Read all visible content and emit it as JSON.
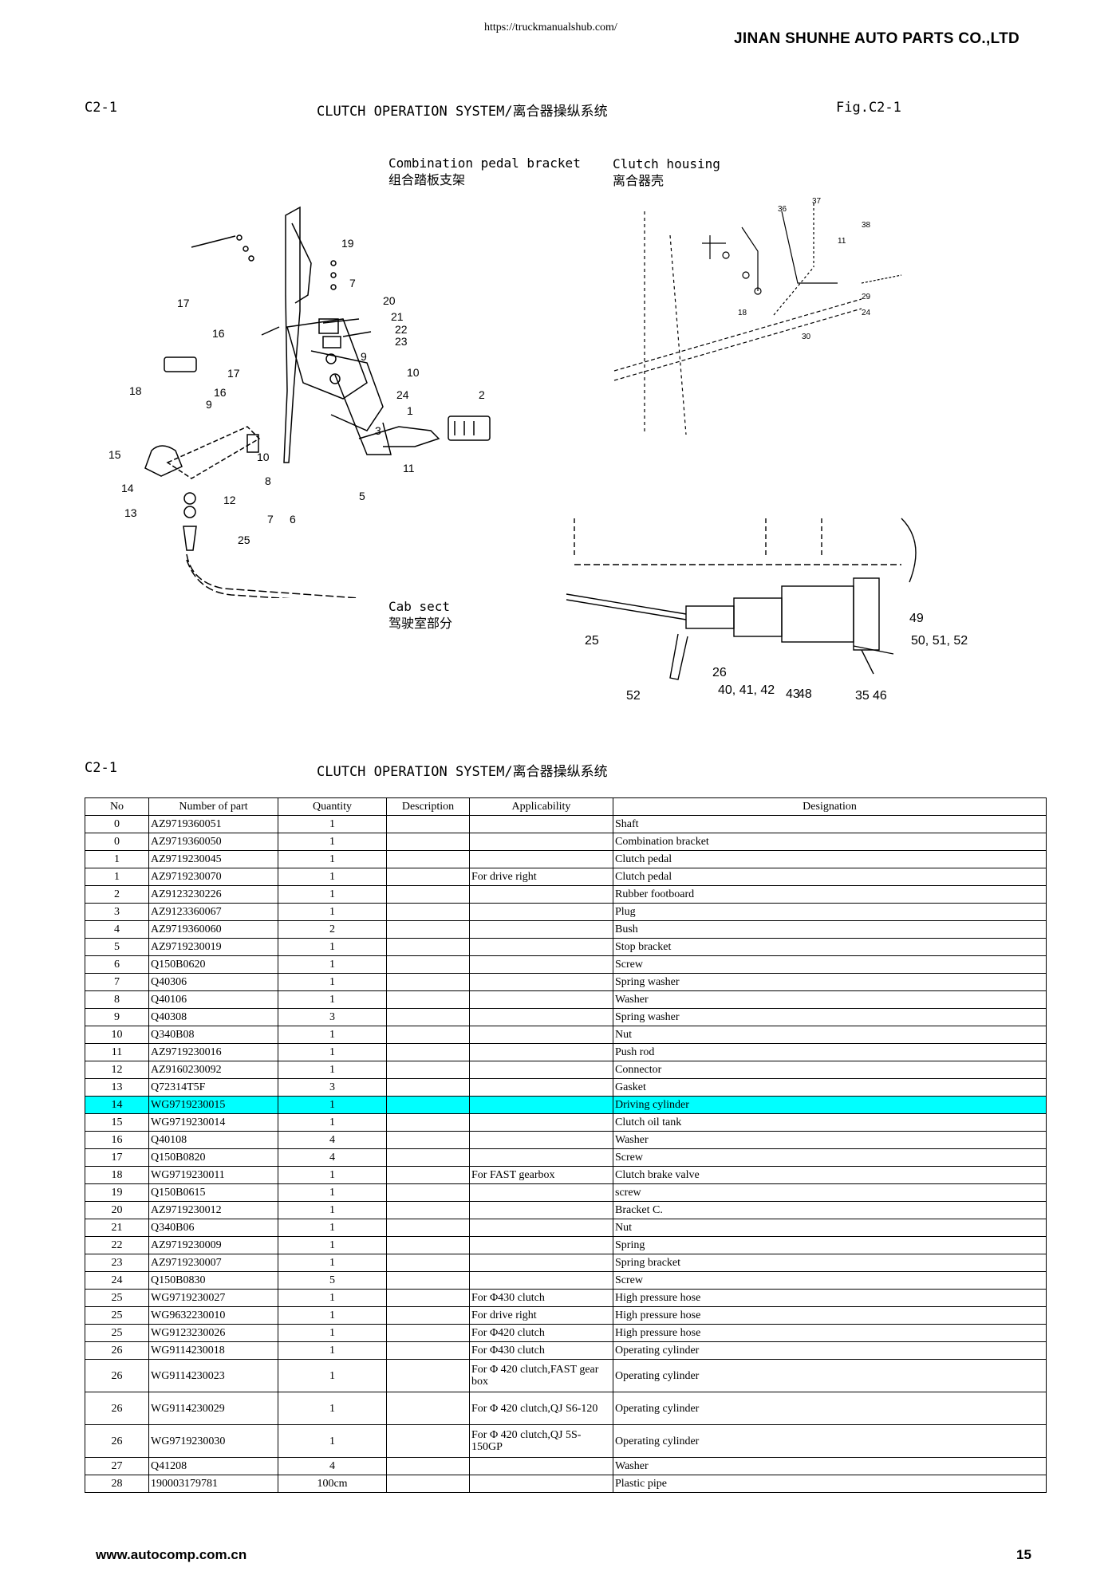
{
  "header": {
    "url": "https://truckmanualshub.com/",
    "company": "JINAN SHUNHE AUTO PARTS CO.,LTD"
  },
  "section": {
    "code": "C2-1",
    "title": "CLUTCH OPERATION SYSTEM/离合器操纵系统",
    "fig": "Fig.C2-1"
  },
  "captions": {
    "pedal_bracket_en": "Combination pedal bracket",
    "pedal_bracket_cn": "组合踏板支架",
    "clutch_housing_en": "Clutch housing",
    "clutch_housing_cn": "离合器壳",
    "cab_sect_en": "Cab sect",
    "cab_sect_cn": "驾驶室部分"
  },
  "callouts_left": [
    "19",
    "7",
    "20",
    "21",
    "22",
    "23",
    "9",
    "10",
    "17",
    "16",
    "18",
    "17",
    "16",
    "9",
    "24",
    "1",
    "2",
    "15",
    "11",
    "14",
    "13",
    "12",
    "10",
    "8",
    "7",
    "6",
    "5",
    "3",
    "25"
  ],
  "callouts_right_bottom": [
    "25",
    "26",
    "52",
    "40, 41, 42",
    "43",
    "48",
    "35",
    "46",
    "49",
    "50, 51, 52"
  ],
  "table": {
    "headers": [
      "No",
      "Number of part",
      "Quantity",
      "Description",
      "Applicability",
      "Designation"
    ],
    "rows": [
      {
        "no": "0",
        "part": "AZ9719360051",
        "qty": "1",
        "desc": "",
        "app": "",
        "des": "Shaft"
      },
      {
        "no": "0",
        "part": "AZ9719360050",
        "qty": "1",
        "desc": "",
        "app": "",
        "des": "Combination bracket"
      },
      {
        "no": "1",
        "part": "AZ9719230045",
        "qty": "1",
        "desc": "",
        "app": "",
        "des": "Clutch pedal"
      },
      {
        "no": "1",
        "part": "AZ9719230070",
        "qty": "1",
        "desc": "",
        "app": "For drive right",
        "des": "Clutch pedal"
      },
      {
        "no": "2",
        "part": "AZ9123230226",
        "qty": "1",
        "desc": "",
        "app": "",
        "des": "Rubber footboard"
      },
      {
        "no": "3",
        "part": "AZ9123360067",
        "qty": "1",
        "desc": "",
        "app": "",
        "des": "Plug"
      },
      {
        "no": "4",
        "part": "AZ9719360060",
        "qty": "2",
        "desc": "",
        "app": "",
        "des": "Bush"
      },
      {
        "no": "5",
        "part": "AZ9719230019",
        "qty": "1",
        "desc": "",
        "app": "",
        "des": "Stop bracket"
      },
      {
        "no": "6",
        "part": "Q150B0620",
        "qty": "1",
        "desc": "",
        "app": "",
        "des": "Screw"
      },
      {
        "no": "7",
        "part": "Q40306",
        "qty": "1",
        "desc": "",
        "app": "",
        "des": "Spring washer"
      },
      {
        "no": "8",
        "part": "Q40106",
        "qty": "1",
        "desc": "",
        "app": "",
        "des": "Washer"
      },
      {
        "no": "9",
        "part": "Q40308",
        "qty": "3",
        "desc": "",
        "app": "",
        "des": "Spring washer"
      },
      {
        "no": "10",
        "part": "Q340B08",
        "qty": "1",
        "desc": "",
        "app": "",
        "des": "Nut"
      },
      {
        "no": "11",
        "part": "AZ9719230016",
        "qty": "1",
        "desc": "",
        "app": "",
        "des": "Push rod"
      },
      {
        "no": "12",
        "part": "AZ9160230092",
        "qty": "1",
        "desc": "",
        "app": "",
        "des": "Connector"
      },
      {
        "no": "13",
        "part": "Q72314T5F",
        "qty": "3",
        "desc": "",
        "app": "",
        "des": "Gasket"
      },
      {
        "no": "14",
        "part": "WG9719230015",
        "qty": "1",
        "desc": "",
        "app": "",
        "des": "Driving cylinder",
        "hl": true
      },
      {
        "no": "15",
        "part": "WG9719230014",
        "qty": "1",
        "desc": "",
        "app": "",
        "des": "Clutch oil tank"
      },
      {
        "no": "16",
        "part": "Q40108",
        "qty": "4",
        "desc": "",
        "app": "",
        "des": "Washer"
      },
      {
        "no": "17",
        "part": "Q150B0820",
        "qty": "4",
        "desc": "",
        "app": "",
        "des": "Screw"
      },
      {
        "no": "18",
        "part": "WG9719230011",
        "qty": "1",
        "desc": "",
        "app": "For FAST gearbox",
        "des": "Clutch brake valve"
      },
      {
        "no": "19",
        "part": "Q150B0615",
        "qty": "1",
        "desc": "",
        "app": "",
        "des": "screw"
      },
      {
        "no": "20",
        "part": "AZ9719230012",
        "qty": "1",
        "desc": "",
        "app": "",
        "des": "Bracket C."
      },
      {
        "no": "21",
        "part": "Q340B06",
        "qty": "1",
        "desc": "",
        "app": "",
        "des": "Nut"
      },
      {
        "no": "22",
        "part": "AZ9719230009",
        "qty": "1",
        "desc": "",
        "app": "",
        "des": "Spring"
      },
      {
        "no": "23",
        "part": "AZ9719230007",
        "qty": "1",
        "desc": "",
        "app": "",
        "des": "Spring bracket"
      },
      {
        "no": "24",
        "part": "Q150B0830",
        "qty": "5",
        "desc": "",
        "app": "",
        "des": "Screw"
      },
      {
        "no": "25",
        "part": "WG9719230027",
        "qty": "1",
        "desc": "",
        "app": "For Φ430 clutch",
        "des": "High pressure hose"
      },
      {
        "no": "25",
        "part": "WG9632230010",
        "qty": "1",
        "desc": "",
        "app": "For drive right",
        "des": "High pressure hose"
      },
      {
        "no": "25",
        "part": "WG9123230026",
        "qty": "1",
        "desc": "",
        "app": "For Φ420 clutch",
        "des": "High pressure hose"
      },
      {
        "no": "26",
        "part": "WG9114230018",
        "qty": "1",
        "desc": "",
        "app": "For Φ430 clutch",
        "des": "Operating cylinder"
      },
      {
        "no": "26",
        "part": "WG9114230023",
        "qty": "1",
        "desc": "",
        "app": "For Φ 420 clutch,FAST gear box",
        "des": "Operating cylinder",
        "tall": true
      },
      {
        "no": "26",
        "part": "WG9114230029",
        "qty": "1",
        "desc": "",
        "app": "For Φ 420 clutch,QJ S6-120",
        "des": "Operating cylinder",
        "tall": true
      },
      {
        "no": "26",
        "part": "WG9719230030",
        "qty": "1",
        "desc": "",
        "app": "For Φ 420 clutch,QJ 5S-150GP",
        "des": "Operating cylinder",
        "tall": true
      },
      {
        "no": "27",
        "part": "Q41208",
        "qty": "4",
        "desc": "",
        "app": "",
        "des": "Washer"
      },
      {
        "no": "28",
        "part": "190003179781",
        "qty": "100cm",
        "desc": "",
        "app": "",
        "des": "Plastic pipe"
      }
    ]
  },
  "footer": {
    "website": "www.autocomp.com.cn",
    "page": "15"
  }
}
